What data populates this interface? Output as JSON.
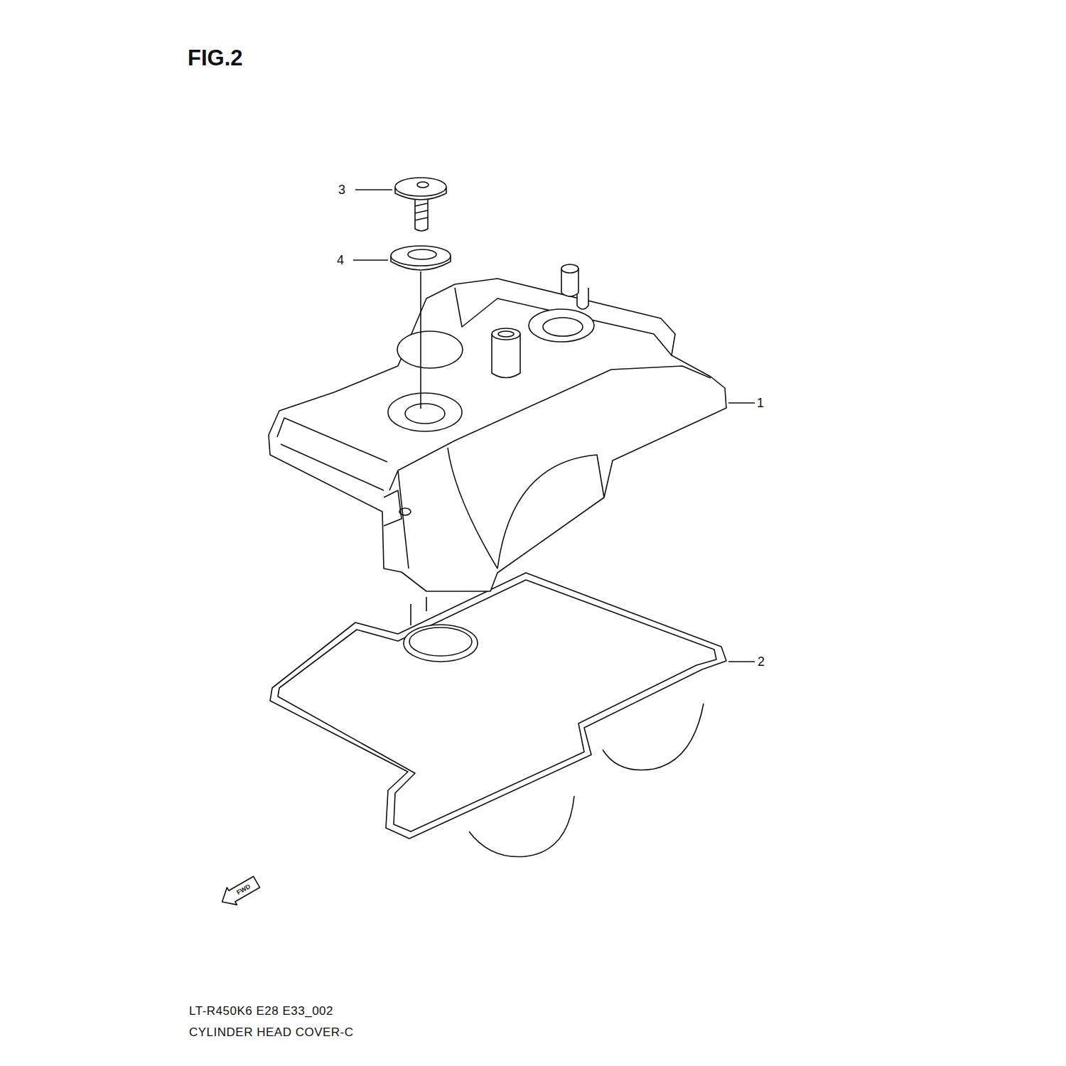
{
  "diagram": {
    "title": "FIG.2",
    "labels": [
      "3",
      "4",
      "1",
      "2",
      "FWD",
      "LT-R450K6 E28 E33_002",
      "CYLINDER HEAD COVER-C"
    ]
  }
}
